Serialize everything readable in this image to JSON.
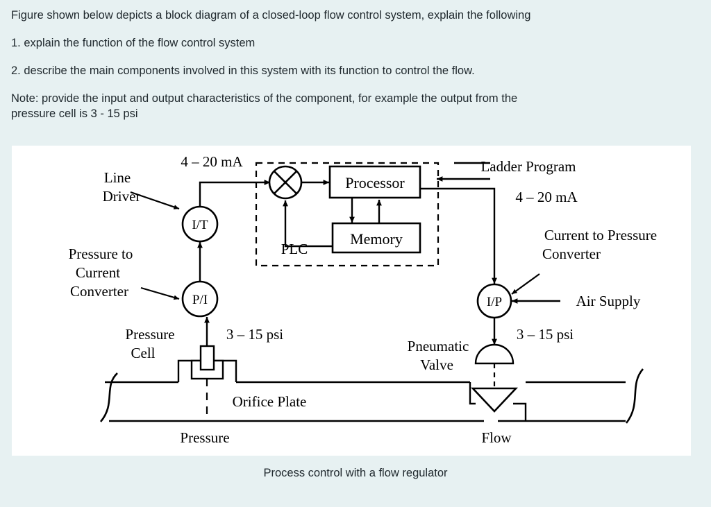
{
  "prompt": {
    "line1": "Figure shown below depicts a block diagram of a closed-loop flow control system, explain the following",
    "line2": "1. explain the function of the flow control system",
    "line3": "2. describe the main components involved in this system with its function to control the flow.",
    "line4a": "Note: provide the input and output characteristics of the component, for example the output from the",
    "line4b": "pressure cell is 3 - 15 psi"
  },
  "figure": {
    "caption": "Process control with a flow regulator",
    "labels": {
      "line_driver_1": "Line",
      "line_driver_2": "Driver",
      "p_to_i_1": "Pressure to",
      "p_to_i_2": "Current",
      "p_to_i_3": "Converter",
      "pressure_cell_1": "Pressure",
      "pressure_cell_2": "Cell",
      "orifice_plate": "Orifice Plate",
      "pressure": "Pressure",
      "ladder_program": "Ladder Program",
      "i_to_p_1": "Current to Pressure",
      "i_to_p_2": "Converter",
      "air_supply": "Air Supply",
      "pneumatic_1": "Pneumatic",
      "pneumatic_2": "Valve",
      "flow": "Flow",
      "plc": "PLC"
    },
    "blocks": {
      "processor": "Processor",
      "memory": "Memory"
    },
    "nodes": {
      "it": "I/T",
      "pi": "P/I",
      "ip": "I/P",
      "summing": "summing-junction"
    },
    "signals": {
      "ma_left": "4 – 20 mA",
      "ma_right": "4 – 20 mA",
      "psi_left": "3 – 15 psi",
      "psi_right": "3 – 15 psi"
    }
  },
  "colors": {
    "page_background": "#e7f1f2",
    "figure_background": "#ffffff",
    "ink": "#000000",
    "text": "#20292e"
  }
}
